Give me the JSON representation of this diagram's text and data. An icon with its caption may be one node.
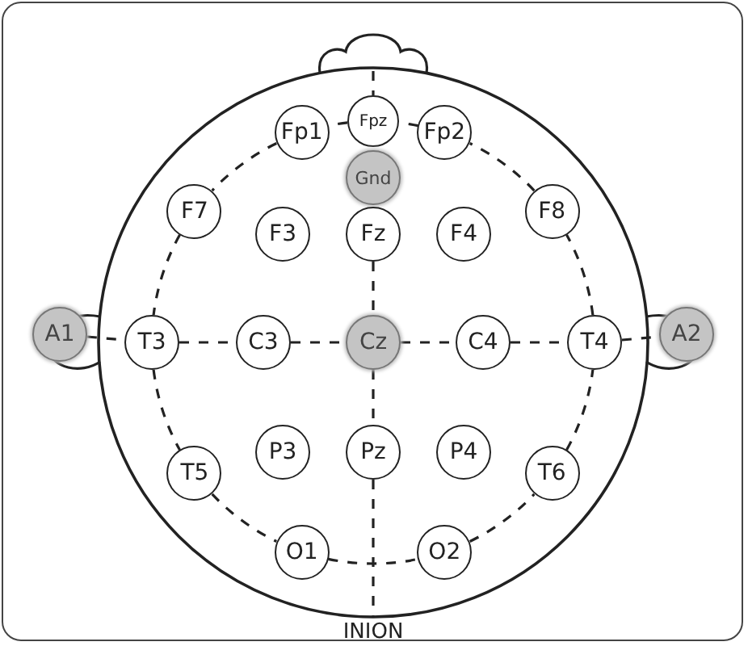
{
  "diagram": {
    "nodes": [
      {
        "text": [
          "Fpz"
        ]
      },
      {
        "text": [
          "Fp1"
        ]
      },
      {
        "text": [
          "Fp2"
        ]
      },
      {
        "text": [
          "Gnd"
        ]
      },
      {
        "text": [
          "F7"
        ]
      },
      {
        "text": [
          "F3"
        ]
      },
      {
        "text": [
          "Fz"
        ]
      },
      {
        "text": [
          "F4"
        ]
      },
      {
        "text": [
          "F8"
        ]
      },
      {
        "text": [
          "A1"
        ]
      },
      {
        "text": [
          "T3"
        ]
      },
      {
        "text": [
          "C3"
        ]
      },
      {
        "text": [
          "Cz"
        ]
      },
      {
        "text": [
          "C4"
        ]
      },
      {
        "text": [
          "T4"
        ]
      },
      {
        "text": [
          "A2"
        ]
      },
      {
        "text": [
          "T5"
        ]
      },
      {
        "text": [
          "P3"
        ]
      },
      {
        "text": [
          "Pz"
        ]
      },
      {
        "text": [
          "P4"
        ]
      },
      {
        "text": [
          "T6"
        ]
      },
      {
        "text": [
          "O1"
        ]
      },
      {
        "text": [
          "O2"
        ]
      },
      {
        "text": [
          "INION"
        ]
      }
    ],
    "edges": [
      {
        "from": 1,
        "to": 4,
        "arrow": "none",
        "style": "dashed"
      },
      {
        "from": 4,
        "to": 10,
        "arrow": "none",
        "style": "dashed"
      },
      {
        "from": 10,
        "to": 16,
        "arrow": "none",
        "style": "dashed"
      },
      {
        "from": 16,
        "to": 21,
        "arrow": "none",
        "style": "dashed"
      },
      {
        "from": 21,
        "to": 22,
        "arrow": "none",
        "style": "dashed"
      },
      {
        "from": 22,
        "to": 20,
        "arrow": "none",
        "style": "dashed"
      },
      {
        "from": 20,
        "to": 14,
        "arrow": "none",
        "style": "dashed"
      },
      {
        "from": 14,
        "to": 8,
        "arrow": "none",
        "style": "dashed"
      },
      {
        "from": 8,
        "to": 2,
        "arrow": "none",
        "style": "dashed"
      },
      {
        "from": 2,
        "to": 0,
        "arrow": "none",
        "style": "dashed"
      },
      {
        "from": 0,
        "to": 1,
        "arrow": "none",
        "style": "dashed"
      },
      {
        "from": 9,
        "to": 10,
        "arrow": "none",
        "style": "dashed"
      },
      {
        "from": 10,
        "to": 11,
        "arrow": "none",
        "style": "dashed"
      },
      {
        "from": 11,
        "to": 12,
        "arrow": "none",
        "style": "dashed"
      },
      {
        "from": 12,
        "to": 13,
        "arrow": "none",
        "style": "dashed"
      },
      {
        "from": 13,
        "to": 14,
        "arrow": "none",
        "style": "dashed"
      },
      {
        "from": 14,
        "to": 15,
        "arrow": "none",
        "style": "dashed"
      },
      {
        "from": 6,
        "to": 12,
        "arrow": "none",
        "style": "dashed"
      },
      {
        "from": 12,
        "to": 18,
        "arrow": "none",
        "style": "dashed"
      },
      {
        "from": 18,
        "to": 23,
        "arrow": "none",
        "style": "dashed"
      },
      {
        "from": null,
        "to": 0,
        "arrow": "none",
        "style": "dashed"
      }
    ]
  }
}
